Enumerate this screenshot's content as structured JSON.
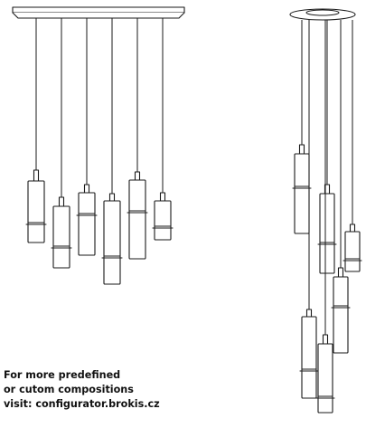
{
  "caption": {
    "line1": "For more predefined",
    "line2": "or cutom compositions",
    "line3": "visit: configurator.brokis.cz"
  },
  "left_composition": {
    "canopy": "rectangular",
    "pendant_count": 6
  },
  "right_composition": {
    "canopy": "round",
    "pendant_count": 6
  },
  "colors": {
    "line": "#1a1a1a",
    "background": "#ffffff"
  }
}
